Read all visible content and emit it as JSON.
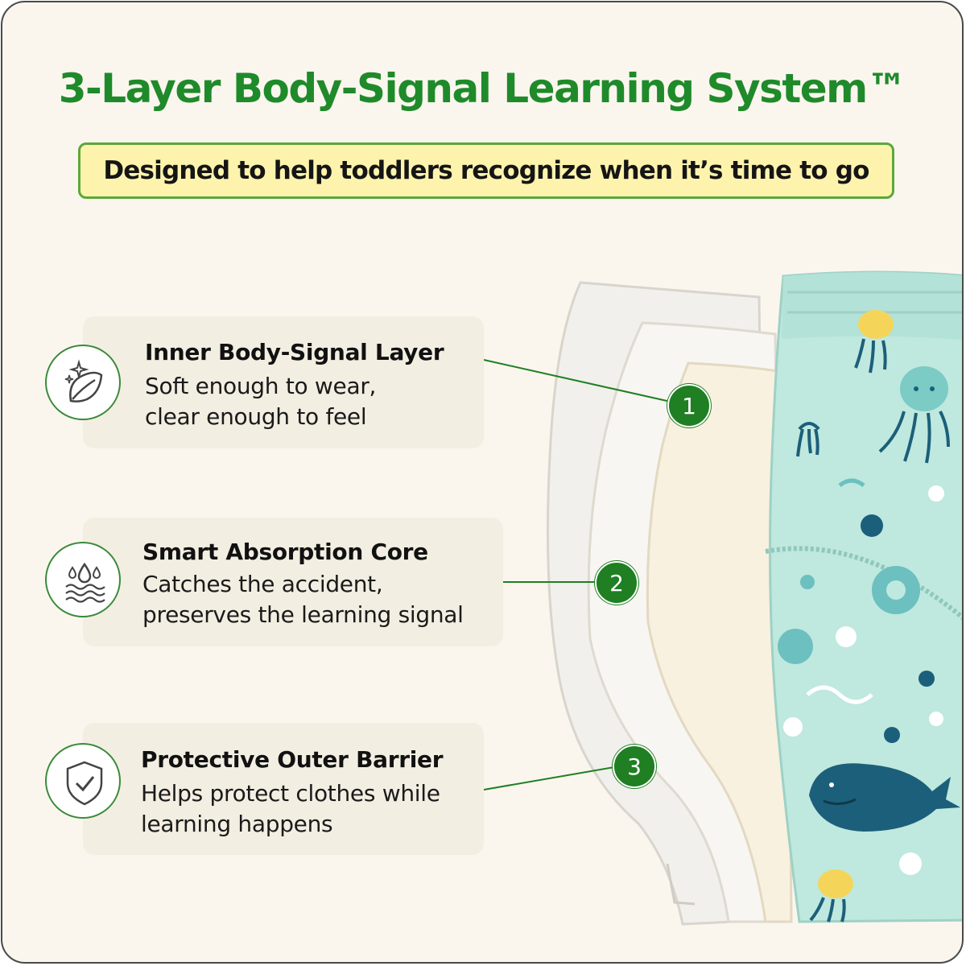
{
  "title": "3-Layer Body-Signal Learning System™",
  "subtitle": "Designed to help toddlers recognize when it’s time to go",
  "layers": [
    {
      "number": "1",
      "icon": "leaf-sparkle-icon",
      "title": "Inner Body-Signal Layer",
      "lines": [
        "Soft enough to wear,",
        "clear enough to feel"
      ]
    },
    {
      "number": "2",
      "icon": "water-drops-waves-icon",
      "title": "Smart Absorption Core",
      "lines": [
        "Catches the accident,",
        "preserves the learning signal"
      ]
    },
    {
      "number": "3",
      "icon": "shield-check-icon",
      "title": "Protective Outer Barrier",
      "lines": [
        "Helps protect clothes while",
        "learning happens"
      ]
    }
  ],
  "colors": {
    "title_green": "#1f8a2a",
    "badge_green": "#1f7f22",
    "subtitle_bg": "#fdf3ad",
    "background": "#faf6ee",
    "outer_fabric": "#bfe8df"
  }
}
